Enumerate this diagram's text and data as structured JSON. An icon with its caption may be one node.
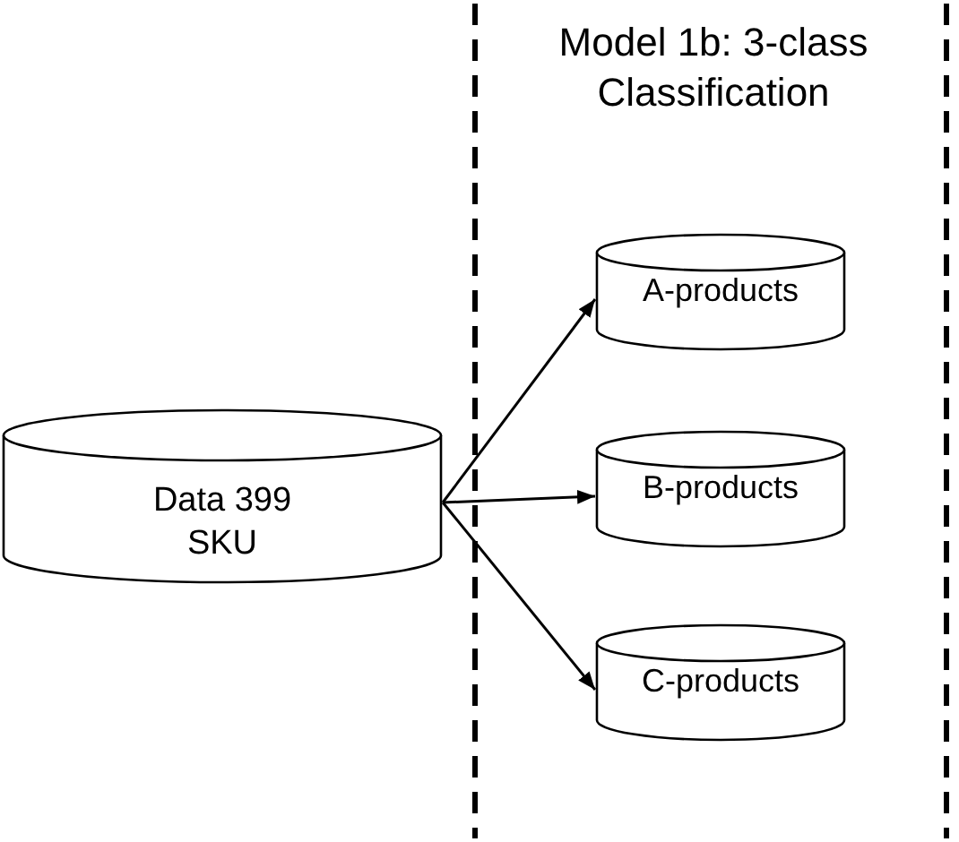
{
  "diagram": {
    "title": "Model 1b: 3-class Classification",
    "nodes": [
      {
        "text": [
          "Data 399 SKU"
        ]
      },
      {
        "text": [
          "A-products"
        ]
      },
      {
        "text": [
          "B-products"
        ]
      },
      {
        "text": [
          "C-products"
        ]
      }
    ],
    "edges": [
      {
        "from": 0,
        "to": 1,
        "arrow": "to"
      },
      {
        "from": 0,
        "to": 2,
        "arrow": "to"
      },
      {
        "from": 0,
        "to": 3,
        "arrow": "to"
      }
    ]
  }
}
